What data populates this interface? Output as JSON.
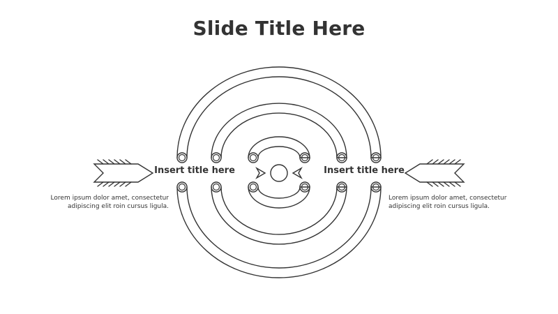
{
  "slide": {
    "title": "Slide Title Here"
  },
  "left": {
    "title": "Insert title here",
    "description": "Lorem ipsum dolor amet, consectetur adipiscing elit roin cursus ligula."
  },
  "right": {
    "title": "Insert title here",
    "description": "Lorem ipsum dolor amet, consectetur adipiscing elit roin cursus ligula."
  },
  "colors": {
    "stroke": "#333333",
    "text": "#333333",
    "background": "#ffffff"
  },
  "icons": {
    "left_arrow": "feathered-arrow-right-icon",
    "right_arrow": "feathered-arrow-left-icon",
    "center": "target-center-icon"
  }
}
